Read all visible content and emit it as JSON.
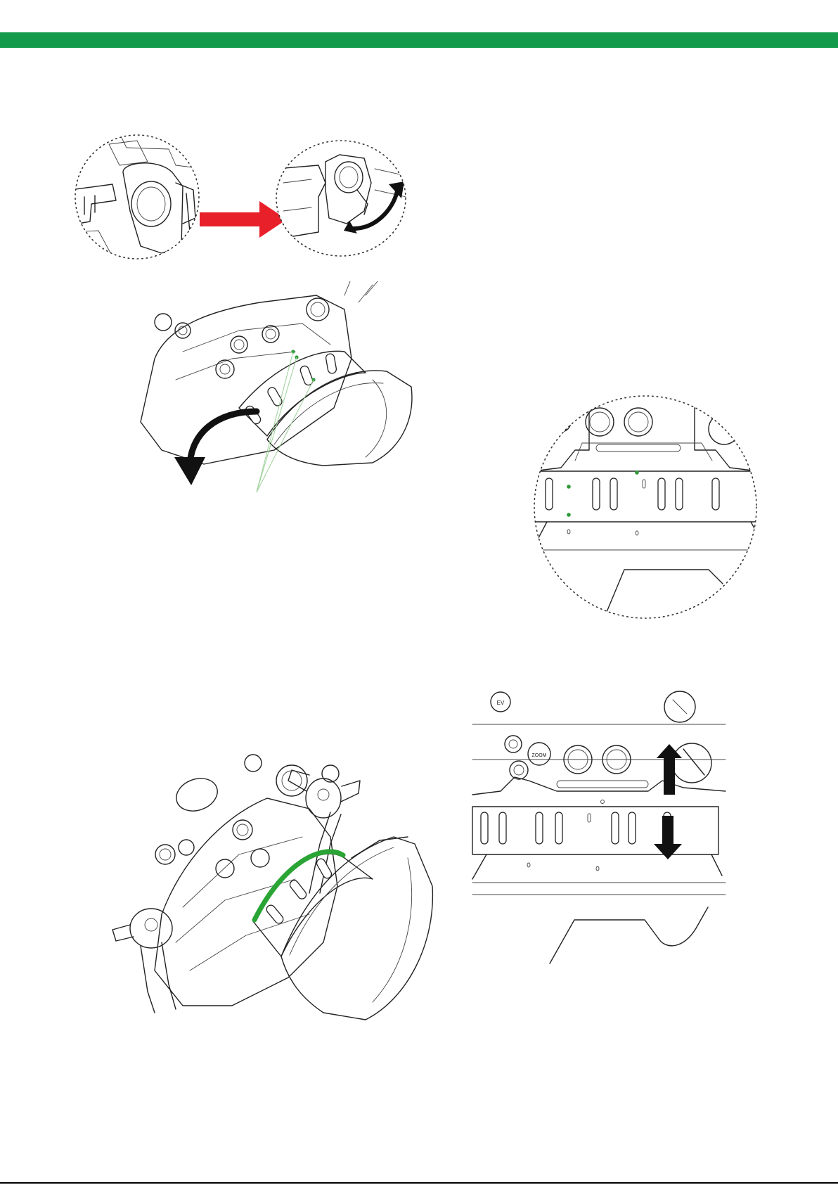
{
  "colors": {
    "header_band": "#139a4a",
    "guide_green": "#2e9b3a",
    "callout_line": "#9dd19a",
    "arrow_red": "#e8202a",
    "arrow_black": "#111111",
    "oring_green": "#2aa535"
  },
  "figures": [
    {
      "name": "lock-lever-before",
      "panel": "top-left"
    },
    {
      "name": "lock-lever-after",
      "panel": "top-left"
    },
    {
      "name": "red-direction-arrow",
      "panel": "top-left"
    },
    {
      "name": "housing-rotate-port",
      "panel": "middle-left"
    },
    {
      "name": "port-alignment-detail",
      "panel": "middle-right"
    },
    {
      "name": "housing-with-dome-port",
      "panel": "bottom-left"
    },
    {
      "name": "port-push-pull-detail",
      "panel": "bottom-right"
    }
  ],
  "printed_labels": {
    "button_zoom": "ZOOM",
    "button_ev": "EV"
  }
}
